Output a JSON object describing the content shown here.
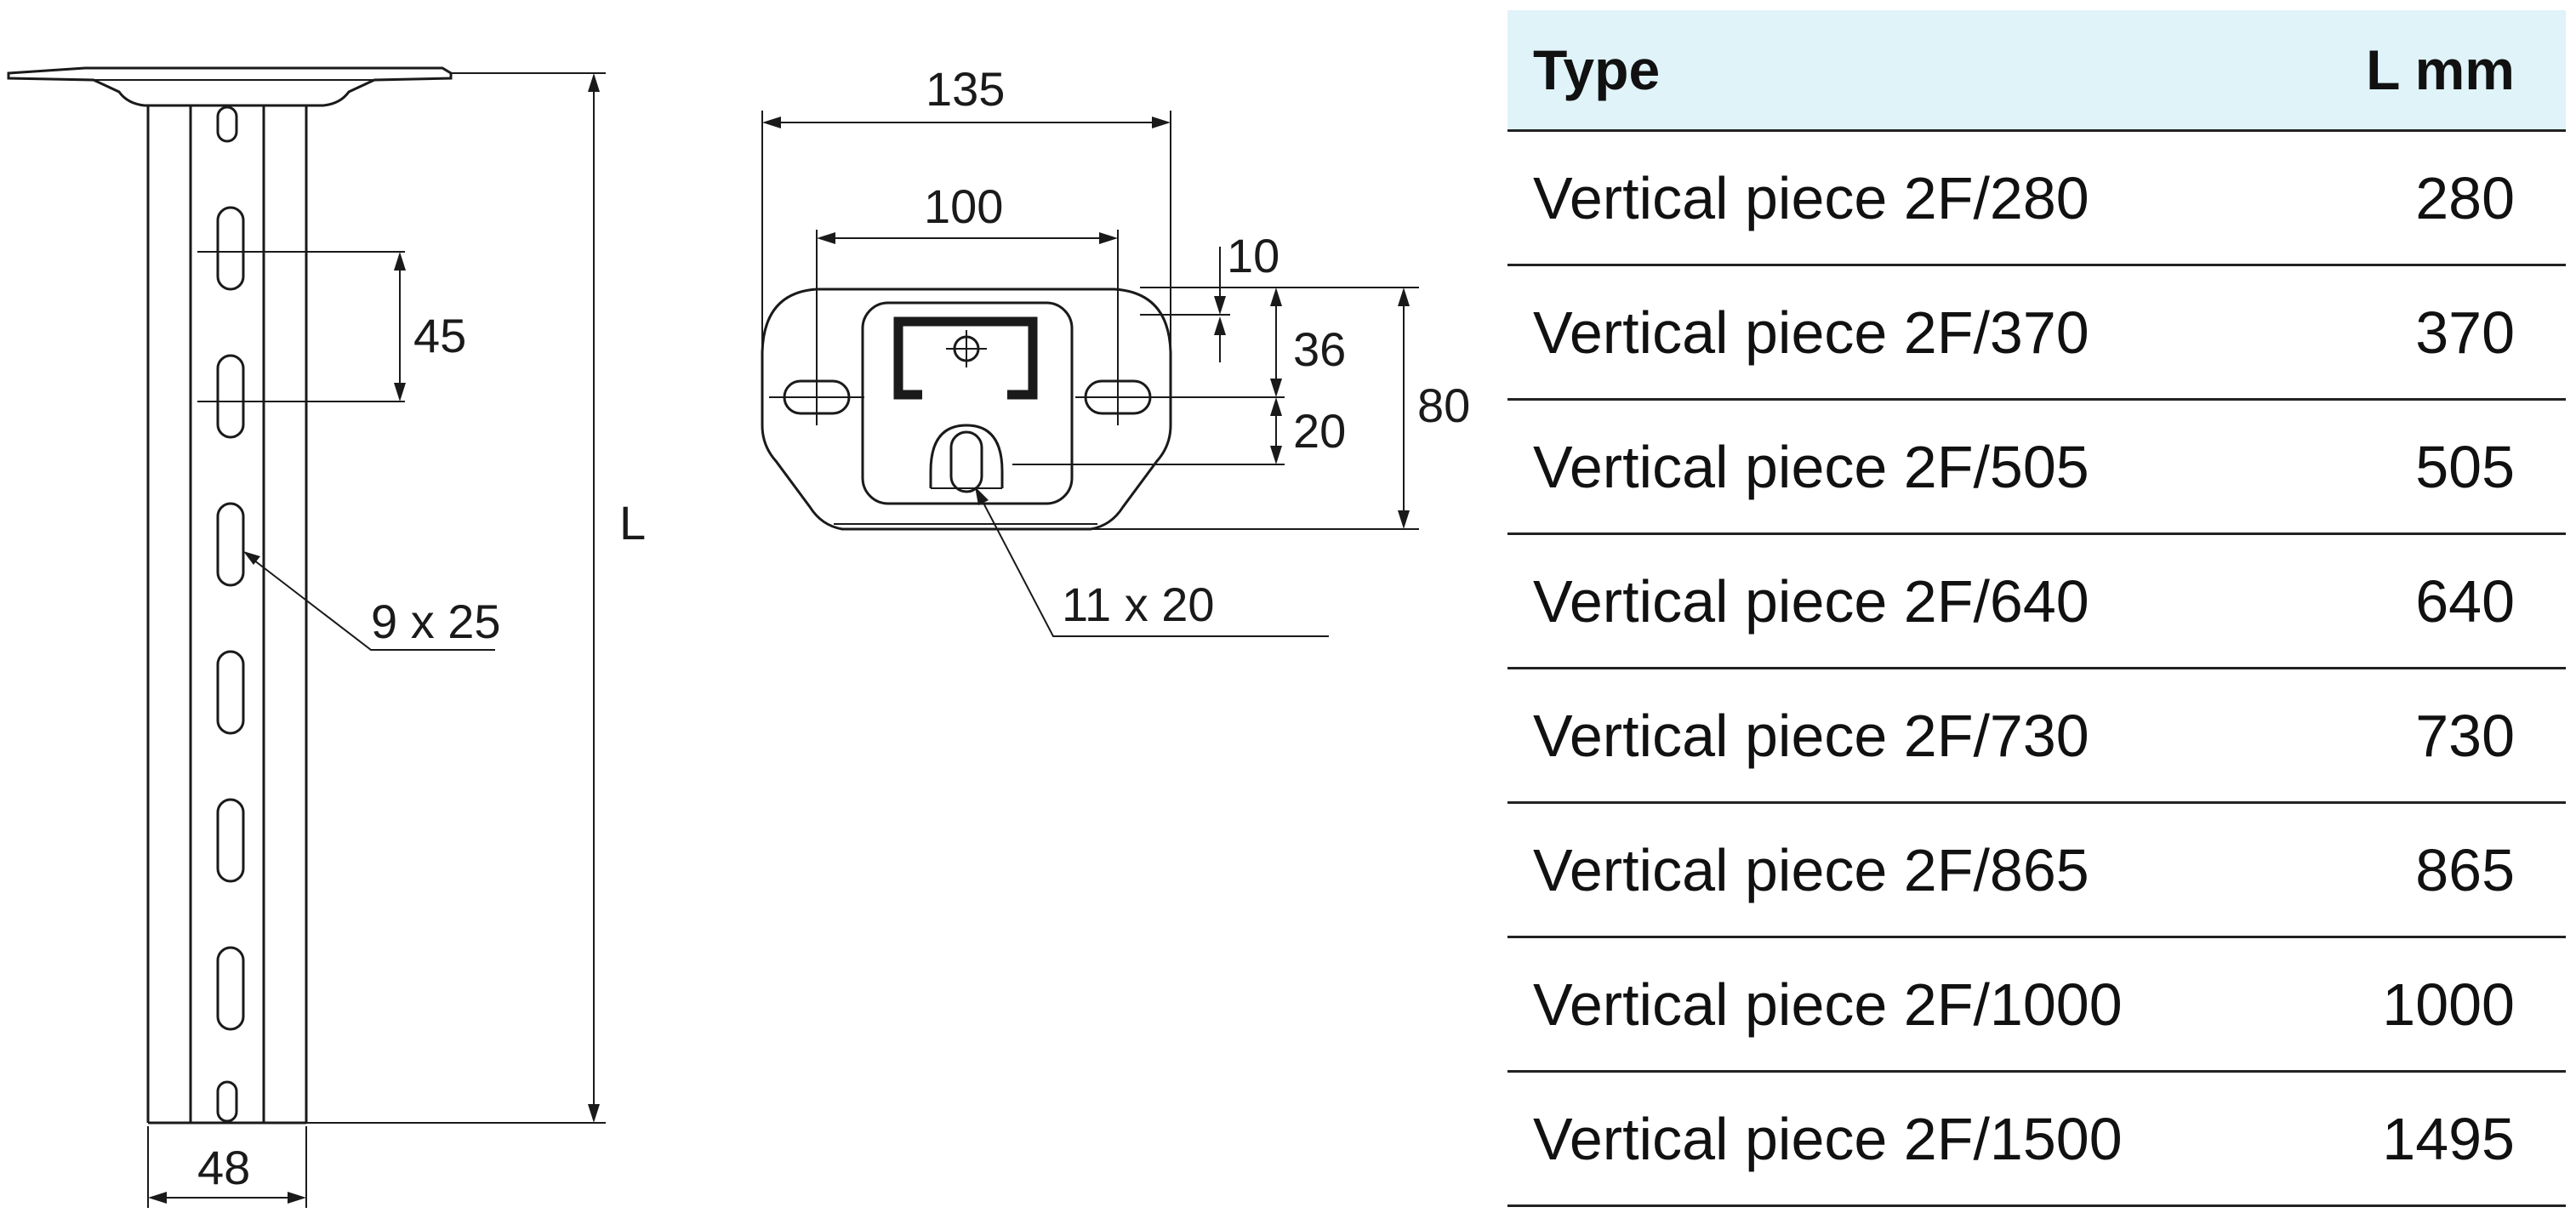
{
  "dimensions": {
    "width_total": "135",
    "hole_spacing": "100",
    "offset_top": "10",
    "profile_height": "36",
    "lower_height": "20",
    "plate_height": "80",
    "slot_center_slot": "11 x 20",
    "slot_spacing": "45",
    "slot_size": "9 x 25",
    "length_label": "L",
    "profile_width": "48"
  },
  "table": {
    "headers": {
      "type": "Type",
      "length": "L mm"
    },
    "rows": [
      {
        "type": "Vertical piece 2F/280",
        "length": "280"
      },
      {
        "type": "Vertical piece 2F/370",
        "length": "370"
      },
      {
        "type": "Vertical piece 2F/505",
        "length": "505"
      },
      {
        "type": "Vertical piece 2F/640",
        "length": "640"
      },
      {
        "type": "Vertical piece 2F/730",
        "length": "730"
      },
      {
        "type": "Vertical piece 2F/865",
        "length": "865"
      },
      {
        "type": "Vertical piece 2F/1000",
        "length": "1000"
      },
      {
        "type": "Vertical piece 2F/1500",
        "length": "1495"
      }
    ]
  }
}
